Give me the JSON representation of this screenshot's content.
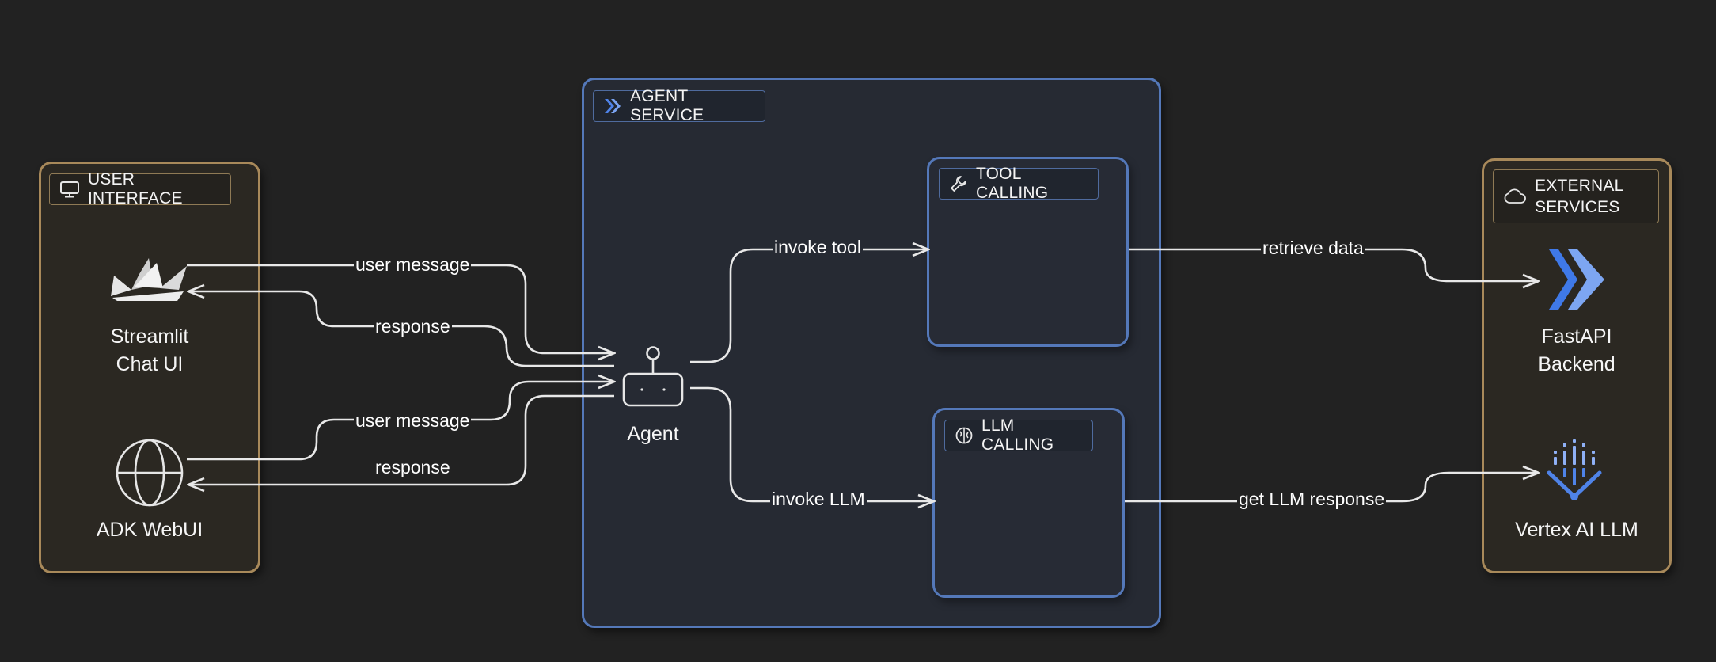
{
  "groups": {
    "user_interface": {
      "title": "USER INTERFACE"
    },
    "agent_service": {
      "title": "AGENT SERVICE"
    },
    "tool_calling": {
      "title": "TOOL CALLING"
    },
    "llm_calling": {
      "title": "LLM CALLING"
    },
    "external_services": {
      "title": "EXTERNAL\nSERVICES"
    }
  },
  "nodes": {
    "streamlit": {
      "label": "Streamlit\nChat UI",
      "icon": "streamlit-crown-icon"
    },
    "adk_webui": {
      "label": "ADK WebUI",
      "icon": "globe-icon"
    },
    "agent": {
      "label": "Agent",
      "icon": "robot-icon"
    },
    "fastapi": {
      "label": "FastAPI\nBackend",
      "icon": "chevrons-icon"
    },
    "vertex": {
      "label": "Vertex AI LLM",
      "icon": "vertex-ai-icon"
    }
  },
  "edges": {
    "streamlit_user_message": "user message",
    "streamlit_response": "response",
    "adk_user_message": "user message",
    "adk_response": "response",
    "invoke_tool": "invoke tool",
    "invoke_llm": "invoke LLM",
    "retrieve_data": "retrieve data",
    "get_llm_response": "get LLM response"
  },
  "colors": {
    "background": "#222222",
    "gold_border": "#a8895a",
    "blue_border": "#5478b9",
    "edge": "#e8e8e8",
    "accent_blue": "#4f83e8"
  }
}
